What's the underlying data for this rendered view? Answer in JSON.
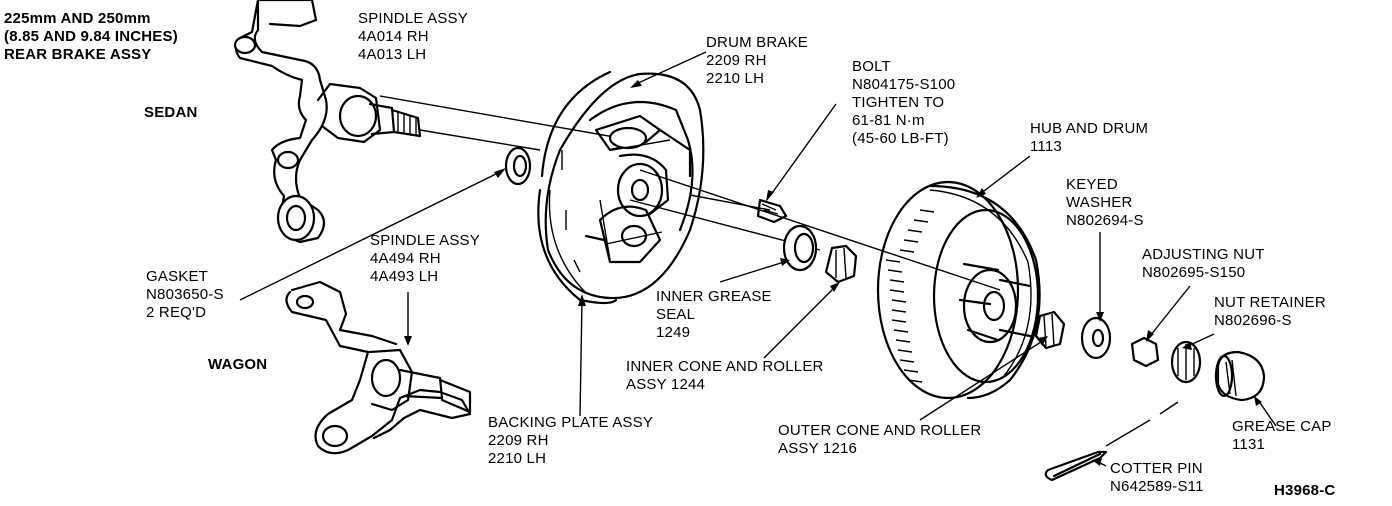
{
  "title_block": {
    "line1": "225mm AND 250mm",
    "line2": "(8.85 AND 9.84 INCHES)",
    "line3": "REAR BRAKE ASSY"
  },
  "sedan": "SEDAN",
  "wagon": "WAGON",
  "spindle_sedan": {
    "name": "SPINDLE ASSY",
    "rh": "4A014 RH",
    "lh": "4A013 LH"
  },
  "drum_brake": {
    "name": "DRUM BRAKE",
    "rh": "2209 RH",
    "lh": "2210 LH"
  },
  "bolt": {
    "name": "BOLT",
    "part": "N804175-S100",
    "torque1": "TIGHTEN TO",
    "torque2": "61-81 N·m",
    "torque3": "(45-60 LB-FT)"
  },
  "hub_drum": {
    "name": "HUB AND DRUM",
    "part": "1113"
  },
  "keyed_washer": {
    "line1": "KEYED",
    "line2": "WASHER",
    "part": "N802694-S"
  },
  "adjusting_nut": {
    "name": "ADJUSTING NUT",
    "part": "N802695-S150"
  },
  "nut_retainer": {
    "name": "NUT RETAINER",
    "part": "N802696-S"
  },
  "spindle_wagon": {
    "name": "SPINDLE ASSY",
    "rh": "4A494 RH",
    "lh": "4A493 LH"
  },
  "gasket": {
    "name": "GASKET",
    "part": "N803650-S",
    "qty": "2 REQ'D"
  },
  "inner_seal": {
    "line1": "INNER GREASE",
    "line2": "SEAL",
    "part": "1249"
  },
  "inner_cone": {
    "line1": "INNER CONE AND ROLLER",
    "line2": "ASSY 1244"
  },
  "backing_plate": {
    "name": "BACKING PLATE ASSY",
    "rh": "2209 RH",
    "lh": "2210 LH"
  },
  "outer_cone": {
    "line1": "OUTER CONE AND ROLLER",
    "line2": "ASSY 1216"
  },
  "grease_cap": {
    "name": "GREASE CAP",
    "part": "1131"
  },
  "cotter_pin": {
    "name": "COTTER PIN",
    "part": "N642589-S11"
  },
  "figure_code": "H3968-C"
}
